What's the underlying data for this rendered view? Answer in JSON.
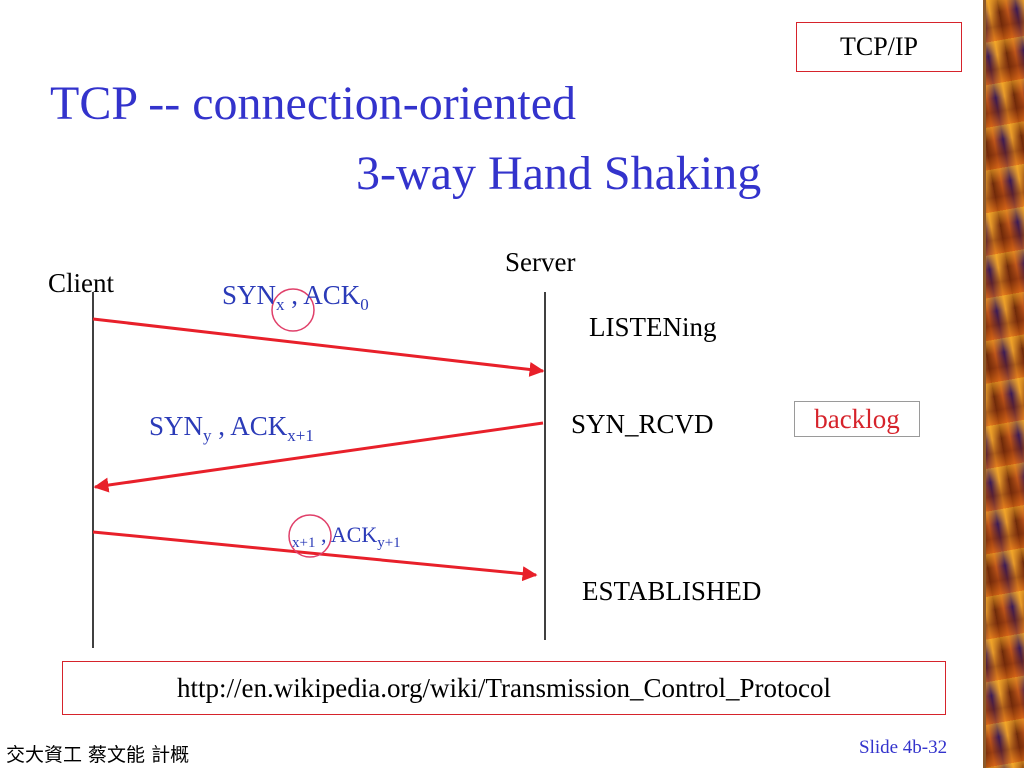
{
  "topic_tag": "TCP/IP",
  "title": {
    "line1": "TCP -- connection-oriented",
    "line2": "3-way Hand Shaking"
  },
  "client_label": "Client",
  "server_label": "Server",
  "states": {
    "listening": "LISTENing",
    "syn_rcvd": "SYN_RCVD",
    "established": "ESTABLISHED"
  },
  "backlog_label": "backlog",
  "messages": {
    "msg1": {
      "syn": "SYN",
      "syn_sub": "x",
      "sep": " , ",
      "ack": "ACK",
      "ack_sub": "0"
    },
    "msg2": {
      "syn": "SYN",
      "syn_sub": "y",
      "sep": " , ",
      "ack": "ACK",
      "ack_sub": "x+1"
    },
    "msg3": {
      "pre_sub": "x+1",
      "sep": " , ",
      "ack": "ACK",
      "ack_sub": "y+1"
    }
  },
  "reference_url": "http://en.wikipedia.org/wiki/Transmission_Control_Protocol",
  "footer": {
    "left": "交大資工 蔡文能 計概",
    "right": "Slide 4b-32"
  },
  "colors": {
    "title": "#3333cc",
    "arrow": "#e8202a",
    "message_text": "#2b3bb8",
    "highlight_circle": "#e0406a"
  }
}
